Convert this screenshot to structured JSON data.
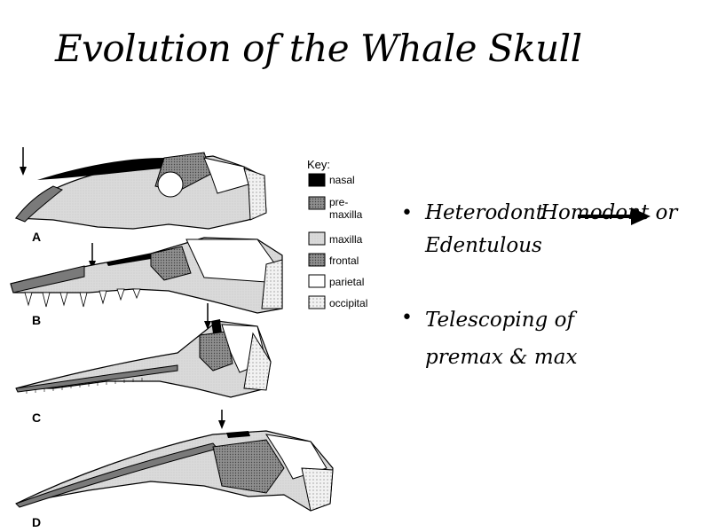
{
  "title": "Evolution of the Whale Skull",
  "key": {
    "title": "Key:",
    "items": [
      {
        "label": "nasal",
        "fill": "#000000"
      },
      {
        "label_lines": [
          "pre-",
          "maxilla"
        ],
        "fill": "#7a7a7a"
      },
      {
        "label": "maxilla",
        "fill": "#d8d8d8"
      },
      {
        "label": "frontal",
        "fill": "#8f8f8f"
      },
      {
        "label": "parietal",
        "fill": "#ffffff"
      },
      {
        "label": "occipital",
        "fill": "#f2f2f2"
      }
    ]
  },
  "skulls": [
    "A",
    "B",
    "C",
    "D"
  ],
  "bullets": [
    {
      "line1_a": "Heterodont",
      "line1_b": "Homodont or",
      "line2": "Edentulous"
    },
    {
      "line1": "Telescoping of",
      "line2": "premax & max"
    }
  ]
}
